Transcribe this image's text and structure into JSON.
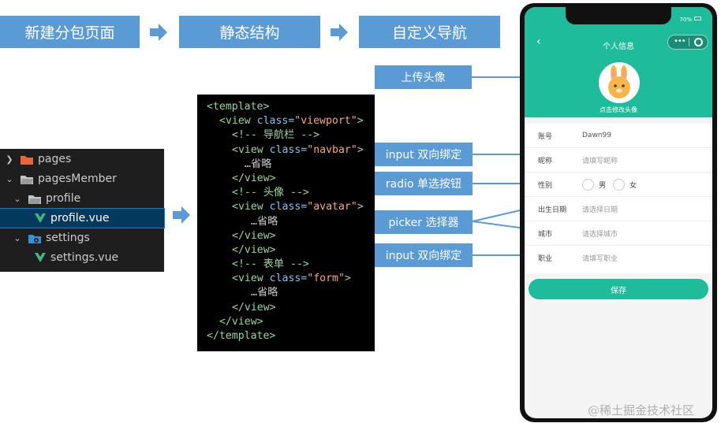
{
  "steps": [
    "新建分包页面",
    "静态结构",
    "自定义导航"
  ],
  "tree": {
    "items": [
      {
        "label": "pages",
        "kind": "folder-collapsed"
      },
      {
        "label": "pagesMember",
        "kind": "folder-open"
      },
      {
        "label": "profile",
        "kind": "folder-open"
      },
      {
        "label": "profile.vue",
        "kind": "vue",
        "selected": true
      },
      {
        "label": "settings",
        "kind": "folder-settings"
      },
      {
        "label": "settings.vue",
        "kind": "vue"
      }
    ]
  },
  "code": {
    "l1_tag": "<template>",
    "l2_open": "<view ",
    "l2_attr": "class=",
    "l2_str": "\"viewport\"",
    "l2_close": ">",
    "l3_comment": "<!-- 导航栏 -->",
    "l4_open": "<view ",
    "l4_attr": "class=",
    "l4_str": "\"navbar\"",
    "l4_close": ">",
    "l5_text": "…省略",
    "l6_tag": "</view>",
    "l7_comment": "<!-- 头像 -->",
    "l8_open": "<view ",
    "l8_attr": "class=",
    "l8_str": "\"avatar\"",
    "l8_close": ">",
    "l9_text": "…省略",
    "l10_tag": "</view>",
    "l11_tag": "</view>",
    "l12_comment": "<!-- 表单 -->",
    "l13_open": "<view ",
    "l13_attr": "class=",
    "l13_str": "\"form\"",
    "l13_close": ">",
    "l14_text": "…省略",
    "l15_tag": "</view>",
    "l16_tag": "</view>",
    "l17_tag": "</template>"
  },
  "callouts": {
    "upload_avatar": "上传头像",
    "input_bind_1": "input 双向绑定",
    "radio": "radio 单选按钮",
    "picker": "picker 选择器",
    "input_bind_2": "input 双向绑定"
  },
  "phone": {
    "battery": "70%",
    "title": "个人信息",
    "avatar_caption": "点击修改头像",
    "rows": {
      "account_label": "账号",
      "account_value": "Dawn99",
      "nickname_label": "昵称",
      "nickname_placeholder": "请填写昵称",
      "gender_label": "性别",
      "gender_male": "男",
      "gender_female": "女",
      "birthday_label": "出生日期",
      "birthday_placeholder": "请选择日期",
      "city_label": "城市",
      "city_placeholder": "请选择城市",
      "job_label": "职业",
      "job_placeholder": "请填写职业"
    },
    "save_label": "保存"
  },
  "watermark": "@稀土掘金技术社区",
  "colors": {
    "step_blue": "#5b9bd5",
    "phone_green": "#1fbc9c",
    "editor_bg": "#1e1e1e",
    "code_bg": "#000000"
  }
}
